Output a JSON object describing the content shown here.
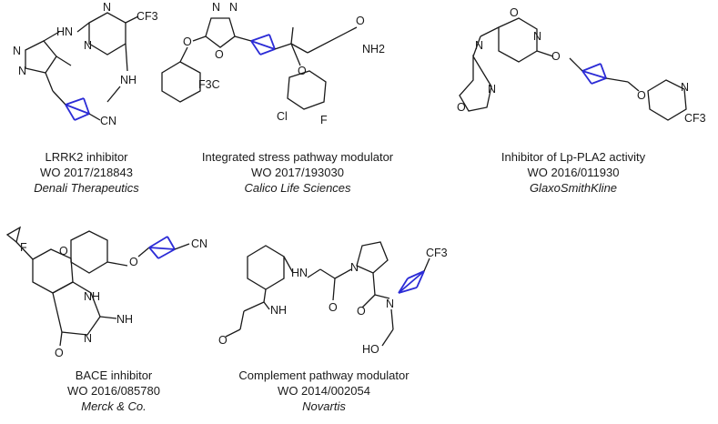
{
  "compounds": [
    {
      "target": "LRRK2 inhibitor",
      "patent": "WO 2017/218843",
      "company": "Denali Therapeutics",
      "atoms": [
        "HN",
        "N",
        "N",
        "CF3",
        "NH",
        "N",
        "N",
        "CN"
      ]
    },
    {
      "target": "Integrated stress pathway modulator",
      "patent": "WO 2017/193030",
      "company": "Calico Life Sciences",
      "atoms": [
        "N",
        "N",
        "O",
        "O",
        "O",
        "NH2",
        "O",
        "F3C",
        "Cl",
        "F"
      ]
    },
    {
      "target": "Inhibitor of Lp-PLA2 activity",
      "patent": "WO 2016/011930",
      "company": "GlaxoSmithKline",
      "atoms": [
        "O",
        "N",
        "N",
        "N",
        "O",
        "O",
        "O",
        "N",
        "CF3"
      ]
    },
    {
      "target": "BACE inhibitor",
      "patent": "WO 2016/085780",
      "company": "Merck & Co.",
      "atoms": [
        "F",
        "O",
        "O",
        "CN",
        "NH",
        "NH",
        "N",
        "O"
      ]
    },
    {
      "target": "Complement pathway modulator",
      "patent": "WO 2014/002054",
      "company": "Novartis",
      "atoms": [
        "H",
        "N",
        "O",
        "NH",
        "N",
        "O",
        "N",
        "HO",
        "CF3",
        "O"
      ]
    }
  ],
  "colors": {
    "bicyclopentane": "#2b2bd6",
    "bond": "#1a1a1a"
  }
}
